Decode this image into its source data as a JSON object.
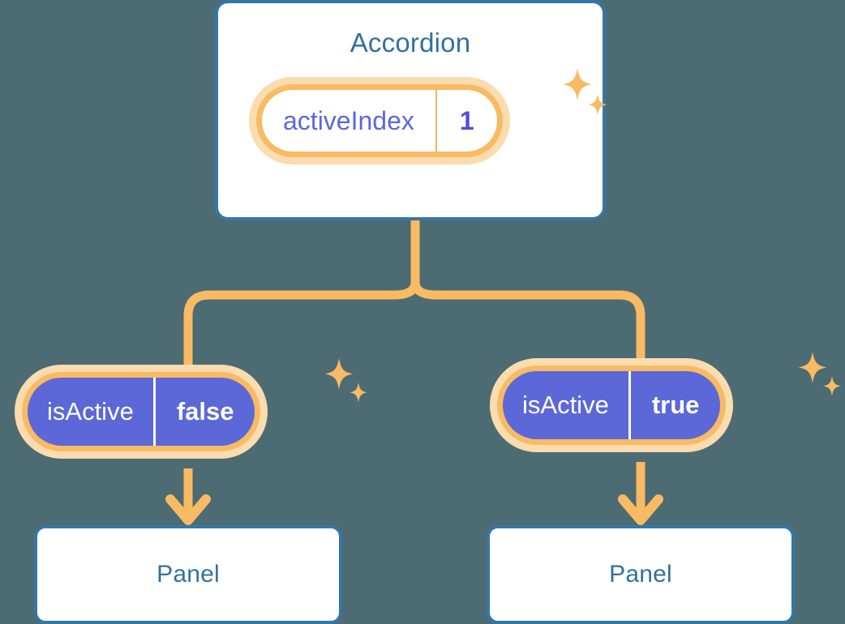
{
  "diagram": {
    "type": "component-state-tree",
    "background_color": "#4d6b73",
    "colors": {
      "card_border": "#3477a5",
      "card_text": "#31719e",
      "accent_orange": "#f8ba63",
      "accent_orange_soft": "#fadcaf",
      "pill_indigo": "#5c68d8",
      "value_indigo": "#4f52cf",
      "card_background": "#ffffff"
    },
    "parent": {
      "title": "Accordion",
      "state_pill": {
        "key": "activeIndex",
        "value": "1",
        "style": "light",
        "highlighted": true
      },
      "sparkle_icon": "sparkle-icon"
    },
    "children": [
      {
        "state_pill": {
          "key": "isActive",
          "value": "false",
          "style": "solid",
          "highlighted": true
        },
        "arrow_icon": "arrow-down-icon",
        "panel_title": "Panel",
        "sparkle_icon": "sparkle-icon"
      },
      {
        "state_pill": {
          "key": "isActive",
          "value": "true",
          "style": "solid",
          "highlighted": true
        },
        "arrow_icon": "arrow-down-icon",
        "panel_title": "Panel",
        "sparkle_icon": "sparkle-icon"
      }
    ]
  }
}
